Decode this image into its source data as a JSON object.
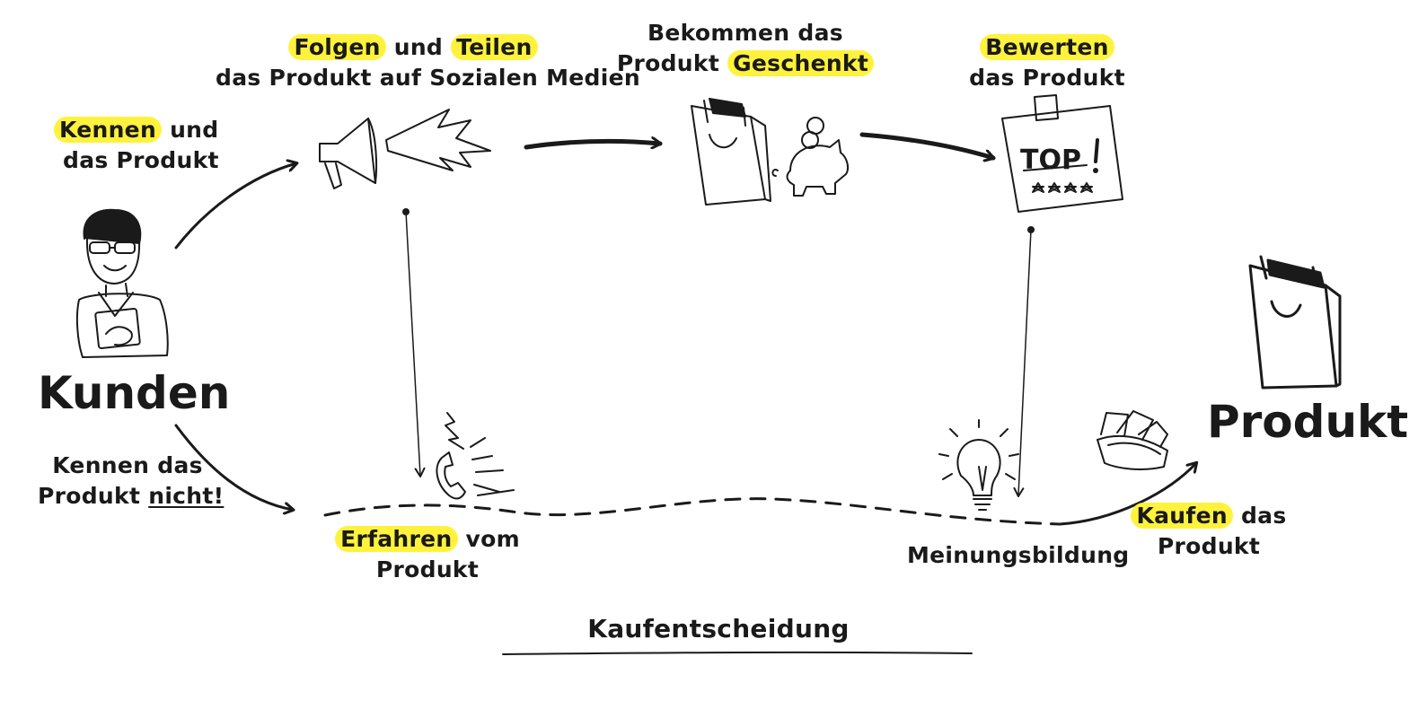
{
  "customer": {
    "title": "Kunden"
  },
  "product": {
    "title": "Produkt"
  },
  "steps": {
    "know": {
      "hl": "Kennen",
      "rest": "und",
      "line2": "das Produkt"
    },
    "not_know": {
      "line1": "Kennen das",
      "line2_pre": "Produkt",
      "line2_ul": "nicht!"
    },
    "follow": {
      "hl1": "Folgen",
      "mid": "und",
      "hl2": "Teilen",
      "line2": "das Produkt auf Sozialen Medien"
    },
    "gift": {
      "line1": "Bekommen das",
      "line2_pre": "Produkt",
      "hl": "Geschenkt"
    },
    "rate": {
      "hl": "Bewerten",
      "line2": "das Produkt"
    },
    "learn": {
      "hl": "Erfahren",
      "rest": "vom",
      "line2": "Produkt"
    },
    "opinion": {
      "label": "Meinungsbildung"
    },
    "buy": {
      "hl": "Kaufen",
      "rest": "das",
      "line2": "Produkt"
    }
  },
  "sign": {
    "text": "TOP"
  },
  "footer": {
    "title": "Kaufentscheidung"
  },
  "colors": {
    "highlight": "#fff23c",
    "ink": "#1a1a1a",
    "background": "#ffffff"
  }
}
